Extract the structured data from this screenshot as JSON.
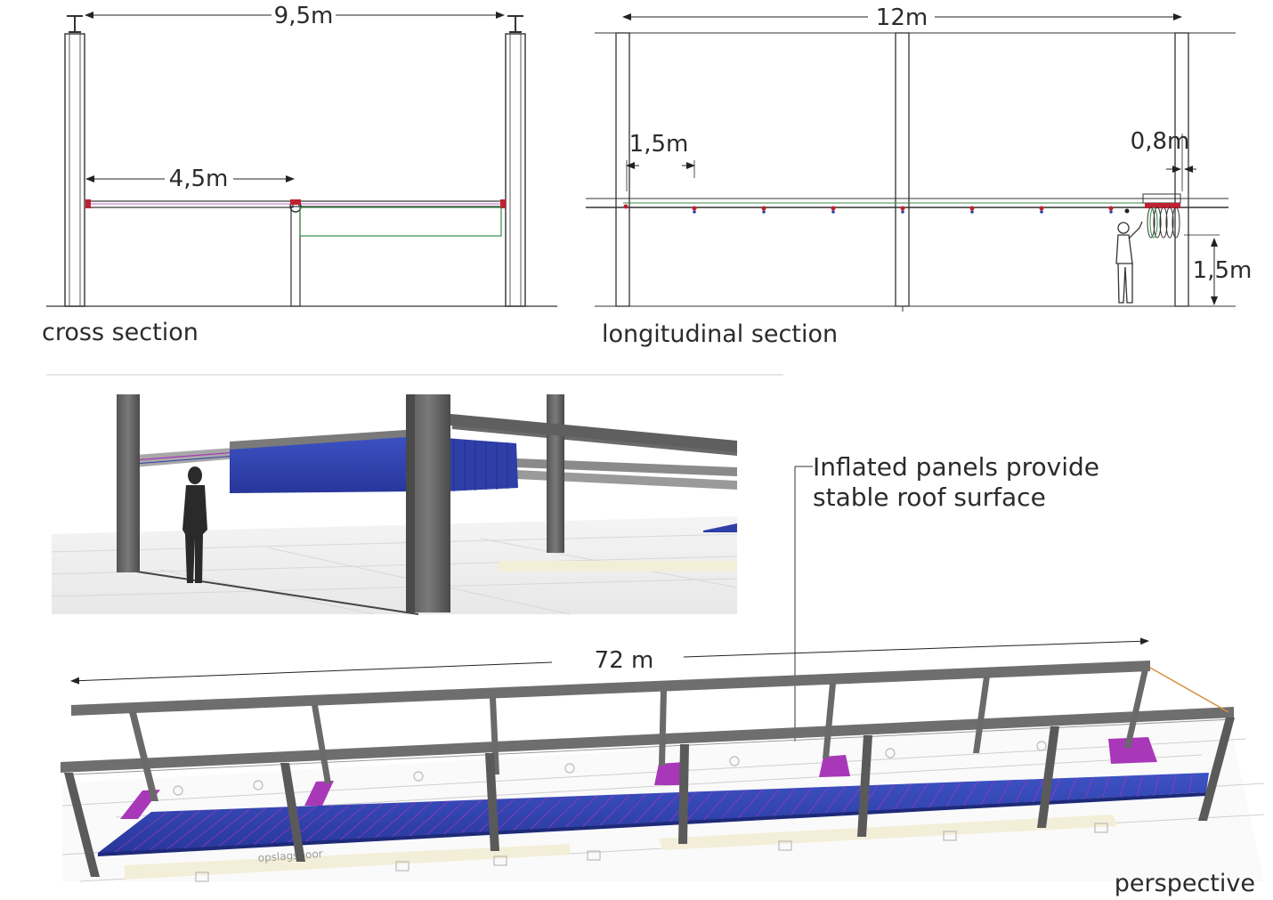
{
  "cross_section": {
    "caption": "cross section",
    "span_width": "9,5m",
    "panel_width": "4,5m"
  },
  "longitudinal_section": {
    "caption": "longitudinal section",
    "span_length": "12m",
    "nozzle_spacing": "1,5m",
    "end_offset": "0,8m",
    "operator_height": "1,5m"
  },
  "render_view": {
    "annotation_line1": "Inflated panels provide",
    "annotation_line2": "stable roof surface"
  },
  "perspective": {
    "length": "72 m",
    "caption": "perspective",
    "floor_label": "opslagspoor"
  },
  "colors": {
    "steel": "#6e6e6e",
    "panel_blue": "#2e3fa8",
    "panel_magenta": "#a838b8",
    "line": "#333333",
    "hose_green": "#3a8a4a"
  }
}
